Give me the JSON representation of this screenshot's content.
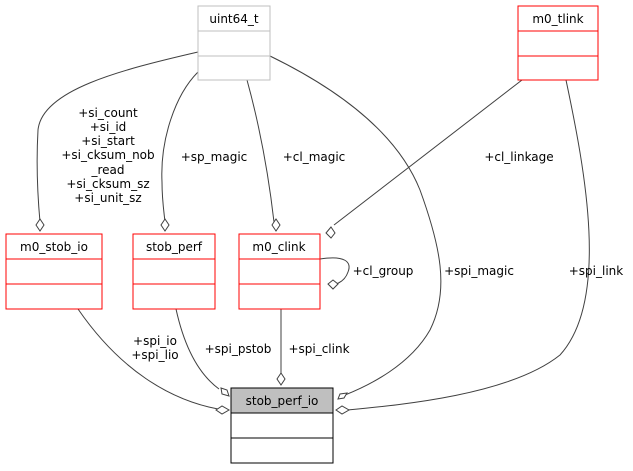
{
  "colors": {
    "edge": "#404040",
    "class_border": "#ff0000",
    "external_border": "#bfbfbf",
    "focus_fill": "#bfbfbf",
    "box_fill": "#ffffff"
  },
  "classes": {
    "uint64_t": "uint64_t",
    "m0_tlink": "m0_tlink",
    "m0_stob_io": "m0_stob_io",
    "stob_perf": "stob_perf",
    "m0_clink": "m0_clink",
    "stob_perf_io": "stob_perf_io"
  },
  "edge_labels": {
    "uint_to_stob_io": [
      "+si_count",
      "+si_id",
      "+si_start",
      "+si_cksum_nob",
      "_read",
      "+si_cksum_sz",
      "+si_unit_sz"
    ],
    "sp_magic": "+sp_magic",
    "cl_magic": "+cl_magic",
    "cl_linkage": "+cl_linkage",
    "cl_group": "+cl_group",
    "spi_magic": "+spi_magic",
    "spi_link": "+spi_link",
    "spi_io": [
      "+spi_io",
      "+spi_lio"
    ],
    "spi_pstob": "+spi_pstob",
    "spi_clink": "+spi_clink"
  }
}
